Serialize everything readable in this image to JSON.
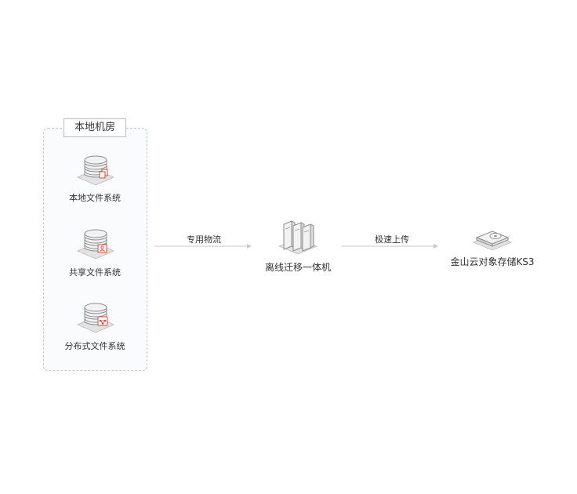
{
  "group": {
    "title": "本地机房"
  },
  "sources": [
    {
      "label": "本地文件系统",
      "icon": "server-copy-icon"
    },
    {
      "label": "共享文件系统",
      "icon": "server-share-icon"
    },
    {
      "label": "分布式文件系统",
      "icon": "server-distributed-icon"
    }
  ],
  "edges": [
    {
      "label": "专用物流"
    },
    {
      "label": "极速上传"
    }
  ],
  "middle": {
    "label": "离线迁移一体机",
    "icon": "migration-appliance-icon"
  },
  "target": {
    "label": "金山云对象存储KS3",
    "icon": "object-storage-icon"
  },
  "colors": {
    "accent": "#e0443c",
    "line": "#c8c8c8",
    "border": "#c9c9c9"
  }
}
